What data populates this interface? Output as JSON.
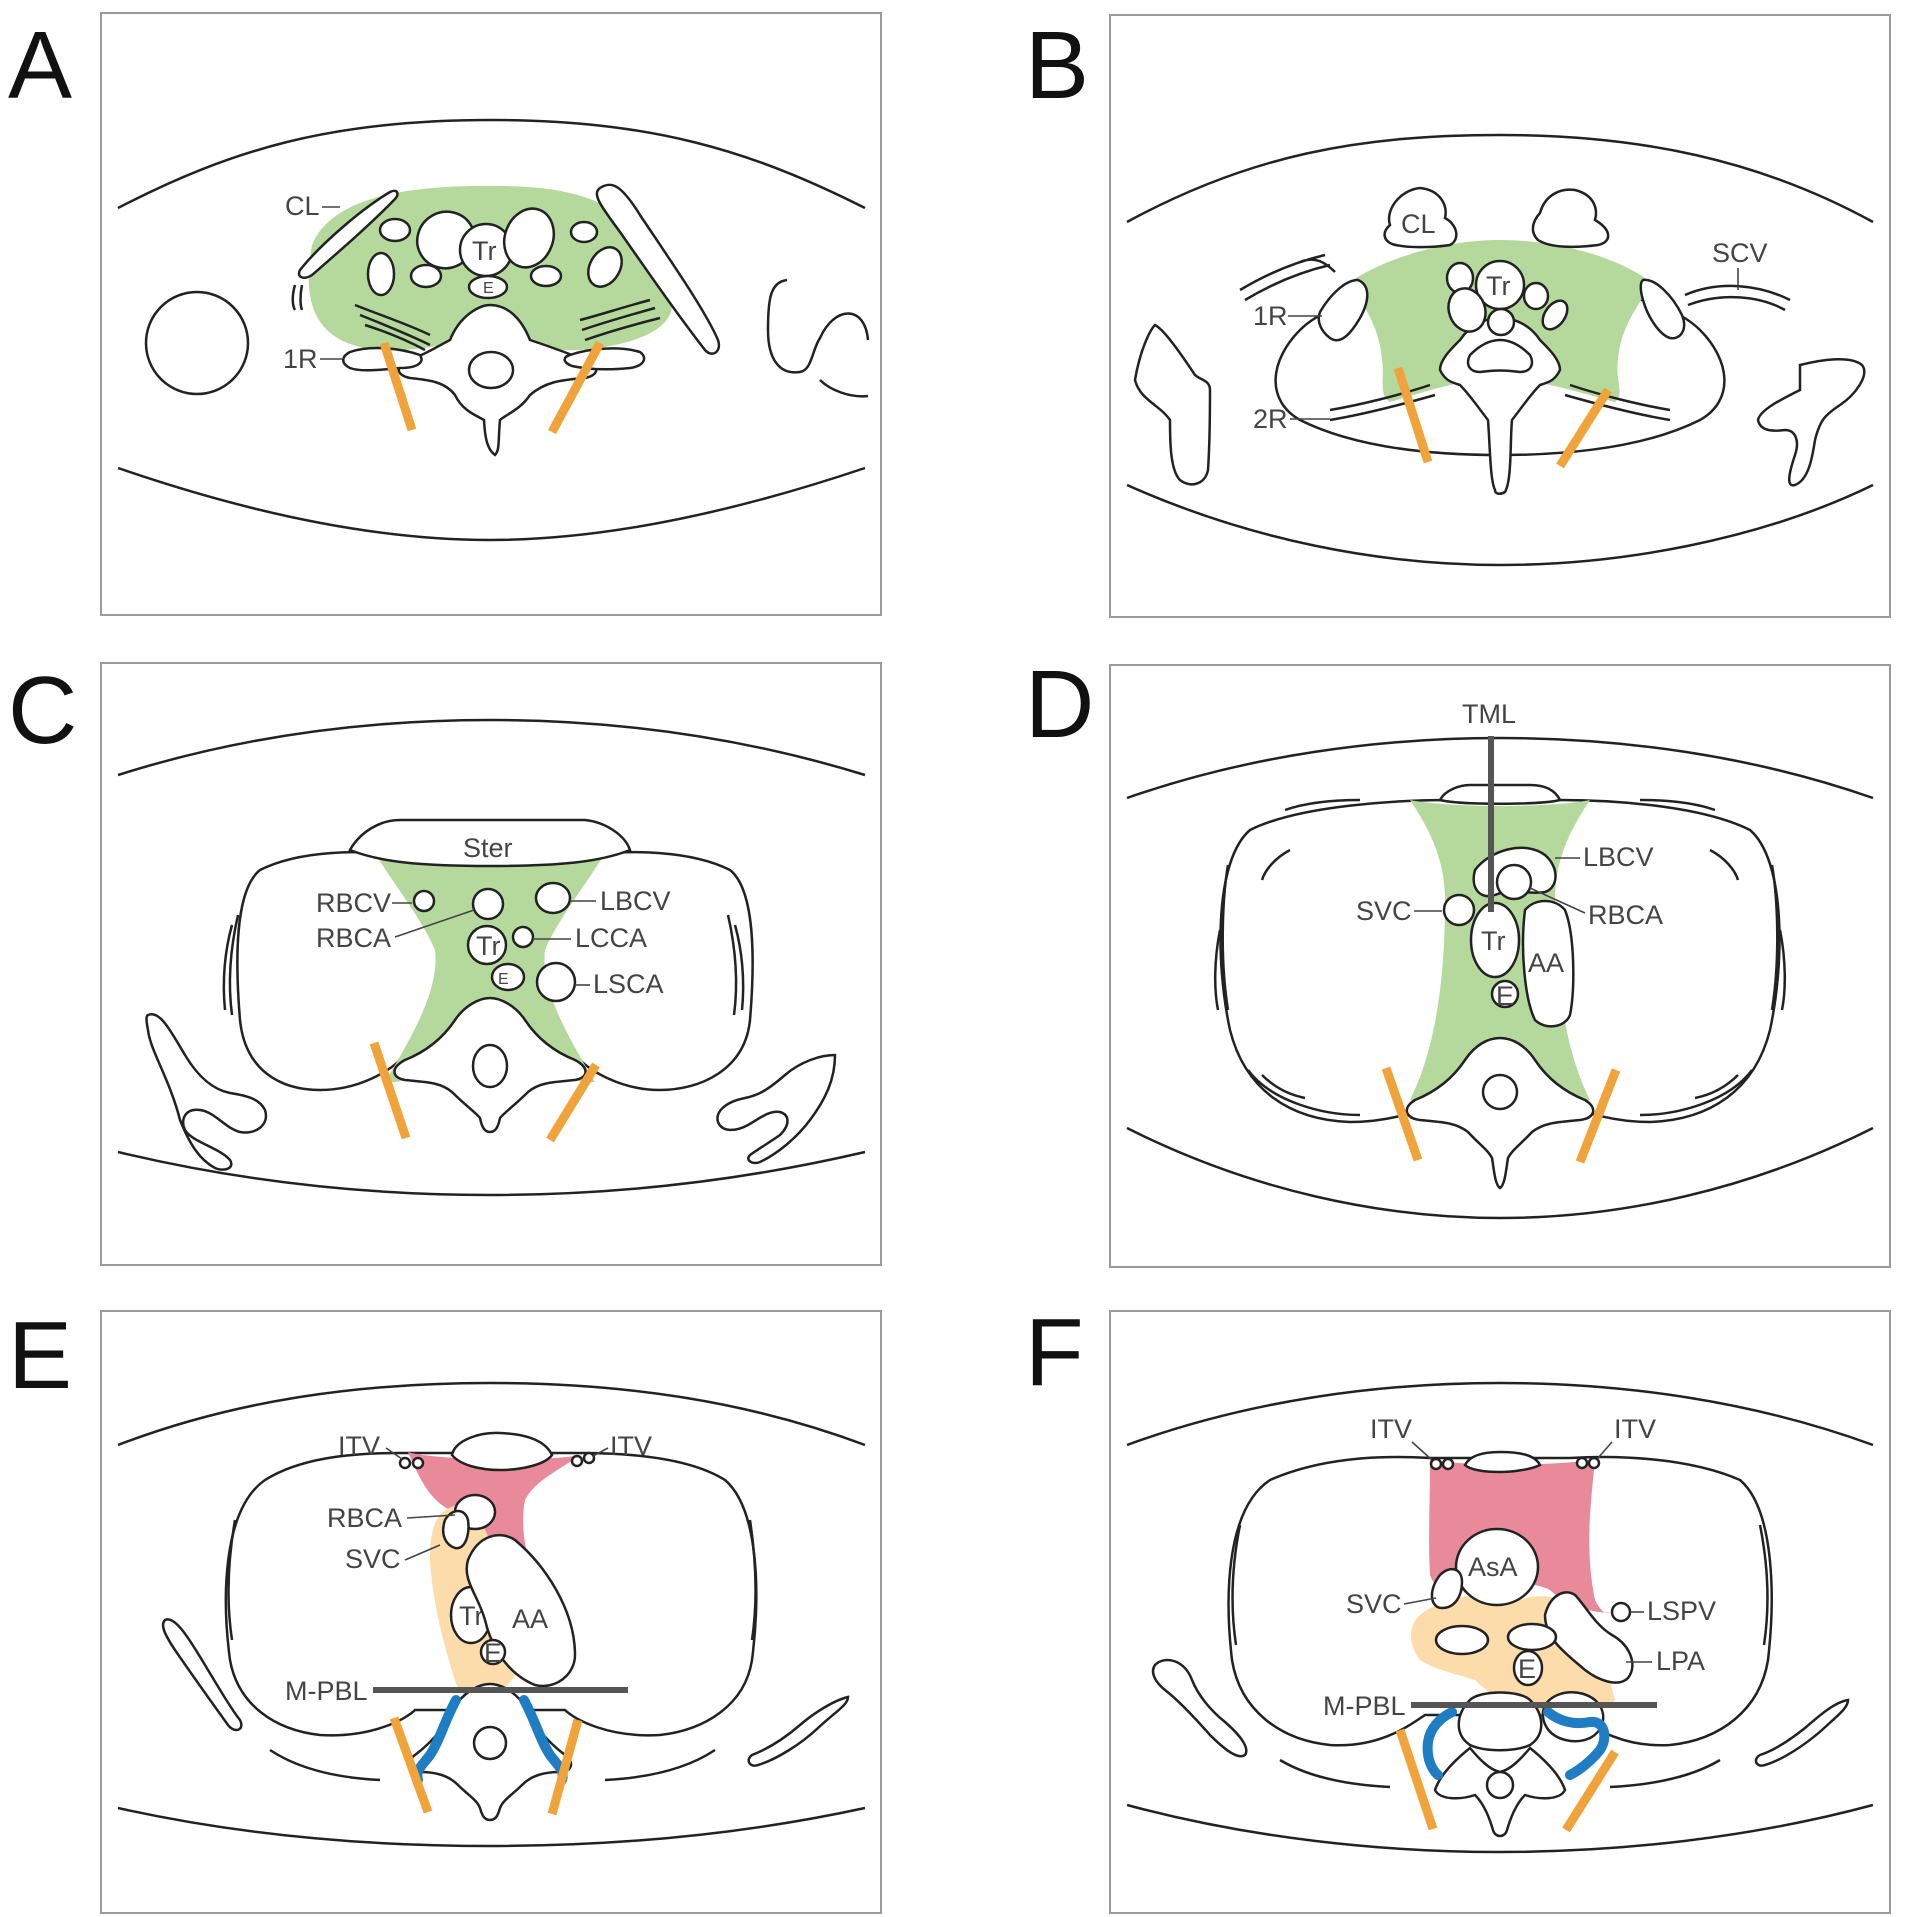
{
  "panels": [
    {
      "letter": "A",
      "labels": {
        "cl": "CL",
        "tr": "Tr",
        "e": "E",
        "r1": "1R"
      }
    },
    {
      "letter": "B",
      "labels": {
        "cl": "CL",
        "tr": "Tr",
        "scv": "SCV",
        "r1": "1R",
        "r2": "2R"
      }
    },
    {
      "letter": "C",
      "labels": {
        "ster": "Ster",
        "rbcv": "RBCV",
        "rbca": "RBCA",
        "lbcv": "LBCV",
        "lcca": "LCCA",
        "tr": "Tr",
        "e": "E",
        "lsca": "LSCA"
      }
    },
    {
      "letter": "D",
      "labels": {
        "tml": "TML",
        "lbcv": "LBCV",
        "svc": "SVC",
        "rbca": "RBCA",
        "tr": "Tr",
        "aa": "AA",
        "e": "E"
      }
    },
    {
      "letter": "E",
      "labels": {
        "itv_left": "ITV",
        "itv_right": "ITV",
        "rbca": "RBCA",
        "svc": "SVC",
        "tr": "Tr",
        "aa": "AA",
        "e": "E",
        "mpbl": "M-PBL"
      }
    },
    {
      "letter": "F",
      "labels": {
        "itv_left": "ITV",
        "itv_right": "ITV",
        "asa": "AsA",
        "svc": "SVC",
        "lspv": "LSPV",
        "lpa": "LPA",
        "e": "E",
        "mpbl": "M-PBL"
      }
    }
  ],
  "colors": {
    "mediastinum_green": "#b5d99c",
    "prevascular_pink": "#e88a99",
    "middle_peach": "#fbdcaa",
    "boundary_blue": "#1f7dc4",
    "boundary_orange": "#f0a33a"
  }
}
